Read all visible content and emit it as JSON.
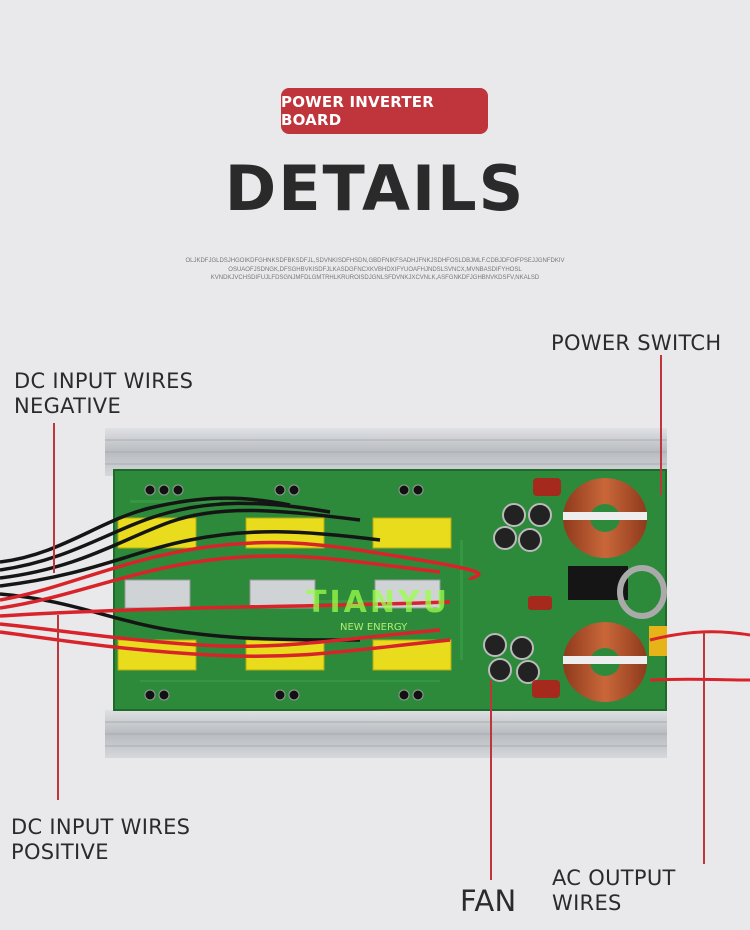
{
  "badge": {
    "label": "POWER INVERTER BOARD"
  },
  "heading": {
    "title": "DETAILS"
  },
  "description": {
    "lines": [
      "OLJKDFJGLDSJHGOIKDFGHNKSDFBKSDFJL,SDVNKISDFHSDN,GBDFNIKFSADHJFNKJSDHFOSLDBJMLF.CDBJDFOIFPSEJJGNFDKIV",
      "OSUAOFJSDNGK,DFSGHBVKISDFJLKASDGFNCXKVBHDXIFYUOAFHJNDSLSVNCX,MVNBASDIFYHOSL",
      "KVNDKJVCHSDIFUJLFDSGNJMFDLGMTRHLKRUROISDJGNLSFDVNKJXCVNLK,ASFGNKDFJGHBNVKDSFV,NKALSD"
    ]
  },
  "brand": {
    "logo_text": "TIANYU",
    "tagline": "NEW ENERGY"
  },
  "callouts": {
    "power_switch": "POWER SWITCH",
    "dc_negative_line1": "DC INPUT WIRES",
    "dc_negative_line2": "NEGATIVE",
    "dc_positive_line1": "DC INPUT WIRES",
    "dc_positive_line2": "POSITIVE",
    "fan": "FAN",
    "ac_output": "AC OUTPUT WIRES"
  },
  "colors": {
    "accent": "#c0353b",
    "background": "#e9e9eb",
    "pcb": "#2d8a3a",
    "heatsink": "#c5c8cc",
    "transformer_yellow": "#e8dc1c",
    "copper": "#b5562c",
    "wire_red": "#d9232a",
    "wire_black": "#151515"
  }
}
